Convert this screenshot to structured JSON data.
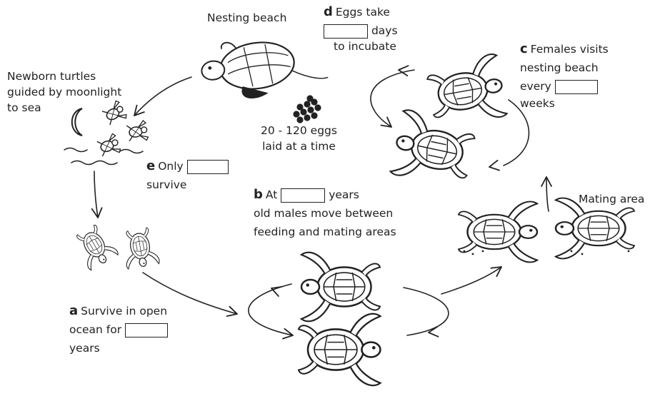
{
  "labels": {
    "nesting_beach": "Nesting beach",
    "newborn": [
      "Newborn turtles",
      "guided by moonlight",
      "to sea"
    ],
    "eggs_laid": [
      "20 - 120 eggs",
      "laid at a time"
    ],
    "mating_area": "Mating area"
  },
  "questions": {
    "a": {
      "letter": "a",
      "line1": "Survive in open",
      "line2_before": "ocean for",
      "line3": "years"
    },
    "b": {
      "letter": "b",
      "line1_before": "At",
      "line1_after": "years",
      "line2": "old males move between",
      "line3": "feeding and mating areas"
    },
    "c": {
      "letter": "c",
      "line1": "Females visits",
      "line2": "nesting beach",
      "line3_before": "every",
      "line4": "weeks"
    },
    "d": {
      "letter": "d",
      "line1": "Eggs take",
      "line2_after": "days",
      "line3": "to incubate"
    },
    "e": {
      "letter": "e",
      "line1_before": "Only",
      "line2": "survive"
    }
  },
  "colors": {
    "ink": "#222222",
    "background": "#ffffff"
  }
}
